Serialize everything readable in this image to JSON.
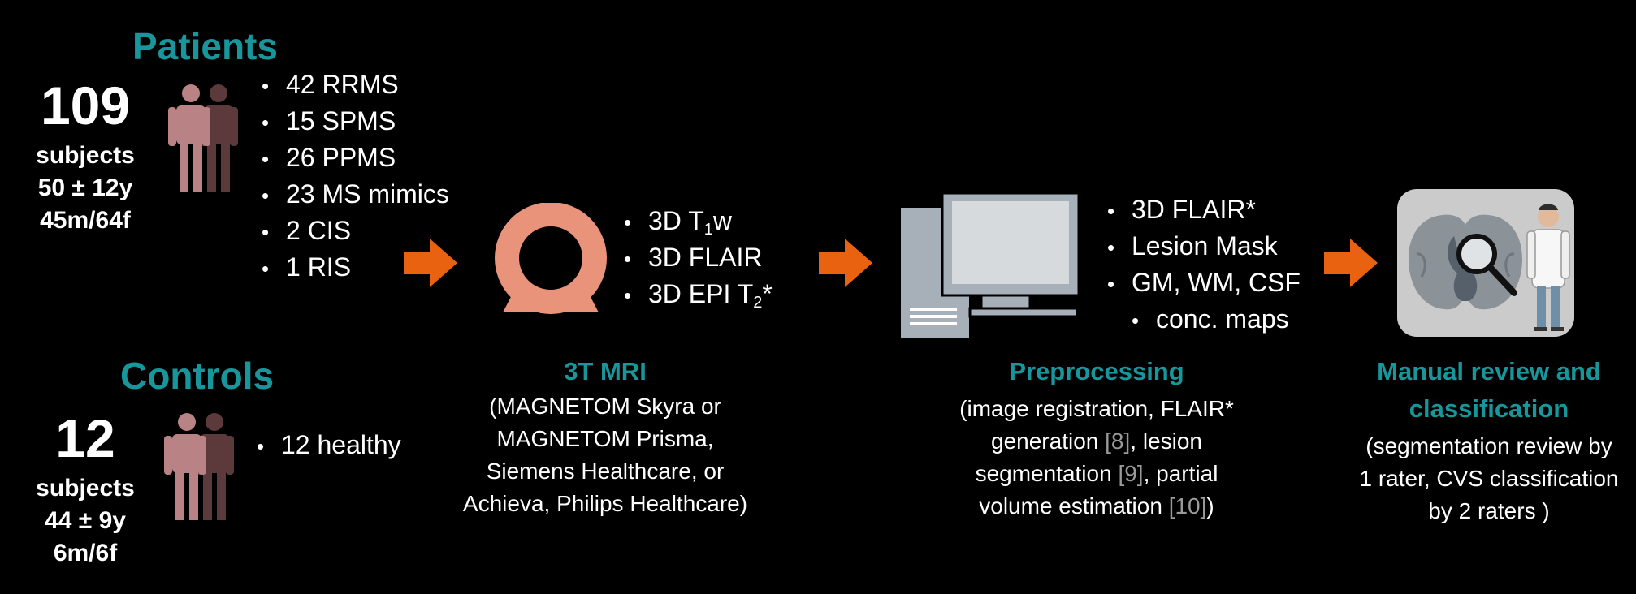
{
  "patients": {
    "title": "Patients",
    "count": "109",
    "unit": "subjects",
    "age": "50 ± 12y",
    "sex": "45m/64f",
    "icon": "people-icon",
    "items": [
      "42 RRMS",
      "15 SPMS",
      "26 PPMS",
      "23 MS mimics",
      "2 CIS",
      "1 RIS"
    ]
  },
  "controls": {
    "title": "Controls",
    "count": "12",
    "unit": "subjects",
    "age": "44 ± 9y",
    "sex": "6m/6f",
    "icon": "people-icon",
    "items": [
      "12 healthy"
    ]
  },
  "mri": {
    "icon": "mri-scanner-icon",
    "sequences": [
      {
        "prefix": "3D T",
        "sub": "1",
        "suffix": "w"
      },
      {
        "prefix": "3D FLAIR",
        "sub": "",
        "suffix": ""
      },
      {
        "prefix": "3D EPI T",
        "sub": "2",
        "suffix": "*"
      }
    ],
    "title": "3T MRI",
    "desc": [
      "(MAGNETOM Skyra or",
      "MAGNETOM Prisma,",
      "Siemens Healthcare, or",
      "Achieva, Philips Healthcare)"
    ]
  },
  "preprocessing": {
    "icon": "computer-icon",
    "outputs": [
      "3D FLAIR*",
      "Lesion Mask",
      "GM, WM, CSF",
      "conc. maps"
    ],
    "title": "Preprocessing",
    "desc_line1": "(image registration, FLAIR*",
    "desc_line2_a": "generation ",
    "desc_line2_ref": "[8]",
    "desc_line2_b": ", lesion",
    "desc_line3_a": "segmentation ",
    "desc_line3_ref": "[9]",
    "desc_line3_b": ", partial",
    "desc_line4_a": "volume estimation ",
    "desc_line4_ref": "[10]",
    "desc_line4_b": ")"
  },
  "review": {
    "icon": "brain-magnifier-doctor-icon",
    "title_line1": "Manual review and",
    "title_line2": "classification",
    "desc": [
      "(segmentation review by",
      "1 rater, CVS classification",
      "by 2 raters )"
    ]
  },
  "colors": {
    "accent_teal": "#17979b",
    "arrow_orange": "#e8620f",
    "patient_figure": "#b98385",
    "mri_ring": "#e9937a",
    "computer_gray": "#a7b0b8"
  }
}
